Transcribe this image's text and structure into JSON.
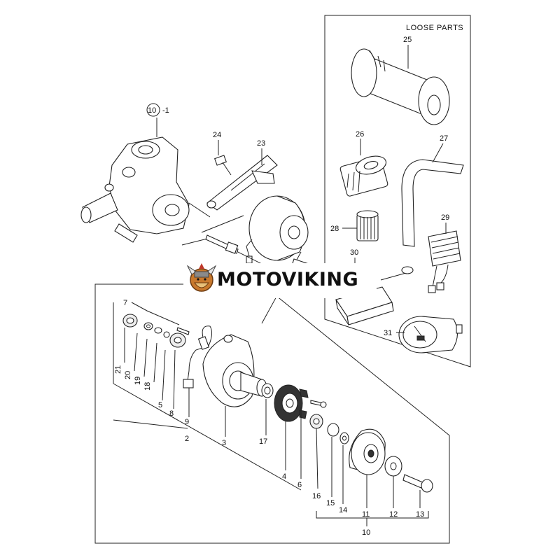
{
  "brand": {
    "name": "MOTOVIKING",
    "accent": "#c0392b"
  },
  "loose_parts": {
    "title": "LOOSE PARTS"
  },
  "callouts": {
    "c10_1": "10",
    "c10_1_suffix": "-1",
    "c2": "2",
    "c3": "3",
    "c4": "4",
    "c5": "5",
    "c6": "6",
    "c7": "7",
    "c8": "8",
    "c9": "9",
    "c10": "10",
    "c11": "11",
    "c12": "12",
    "c13": "13",
    "c14": "14",
    "c15": "15",
    "c16": "16",
    "c17": "17",
    "c18": "18",
    "c19": "19",
    "c20": "20",
    "c21": "21",
    "c23": "23",
    "c24": "24",
    "c25": "25",
    "c26": "26",
    "c27": "27",
    "c28": "28",
    "c29": "29",
    "c30": "30",
    "c31": "31"
  }
}
